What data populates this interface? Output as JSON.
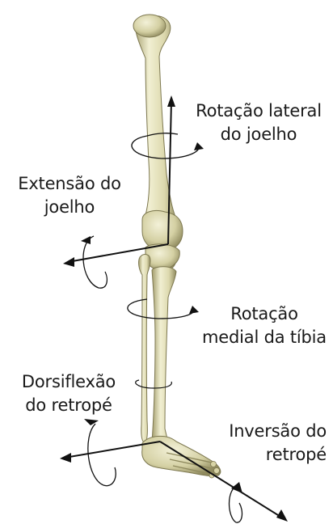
{
  "labels": {
    "knee_lateral_rotation": {
      "line1": "Rotação  lateral",
      "line2": "do joelho"
    },
    "knee_extension": {
      "line1": "Extensão do",
      "line2": "joelho"
    },
    "tibia_medial_rotation": {
      "line1": "Rotação",
      "line2": "medial da tíbia"
    },
    "rearfoot_dorsiflexion": {
      "line1": "Dorsiflexão",
      "line2": "do retropé"
    },
    "rearfoot_inversion": {
      "line1": "Inversão do",
      "line2": "retropé"
    }
  },
  "colors": {
    "bone_light": "#eceac6",
    "bone_mid": "#cfcb9c",
    "bone_dark": "#8f8a5e",
    "axis": "#111111"
  }
}
